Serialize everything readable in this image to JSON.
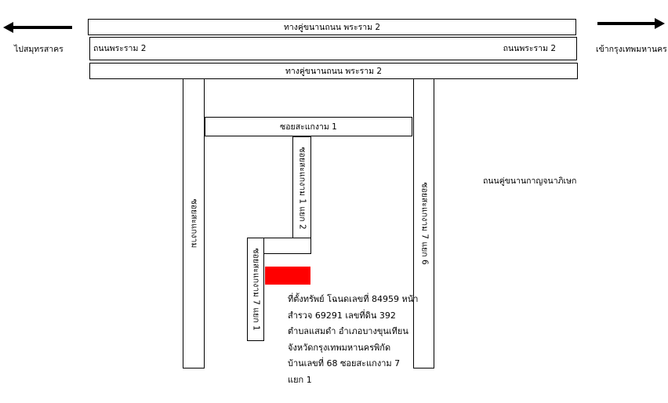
{
  "roads": {
    "top_frontage": "ทางคู่ขนานถนน พระราม 2",
    "main_left": "ถนนพระราม 2",
    "main_right": "ถนนพระราม 2",
    "bottom_frontage": "ทางคู่ขนานถนน พระราม 2",
    "soi_1": "ซอยสะแกงาม 1",
    "soi_left_vertical": "ซอยสะแกงาม",
    "soi_1_branch_2": "ซอยสะแกงาม 1 แยก 2",
    "soi_7_branch_1": "ซอยสะแกงาม 7 แยก 1",
    "soi_7_branch_6": "ซอยสะแกงาม 7 แยก 6"
  },
  "directions": {
    "west": "ไปสมุทรสาคร",
    "east": "เข้ากรุงเทพมหานคร"
  },
  "side_label": "ถนนคู่ขนานกาญจนาภิเษก",
  "property": {
    "marker_color": "#ff0000",
    "lines": [
      "ที่ตั้งทรัพย์ โฉนดเลขที่ 84959 หน้า",
      "สำรวจ 69291 เลขที่ดิน 392",
      "ตำบลแสมดำ อำเภอบางขุนเทียน",
      "จังหวัดกรุงเทพมหานครพิกัด",
      "บ้านเลขที่ 68 ซอยสะแกงาม 7",
      "แยก 1"
    ]
  }
}
